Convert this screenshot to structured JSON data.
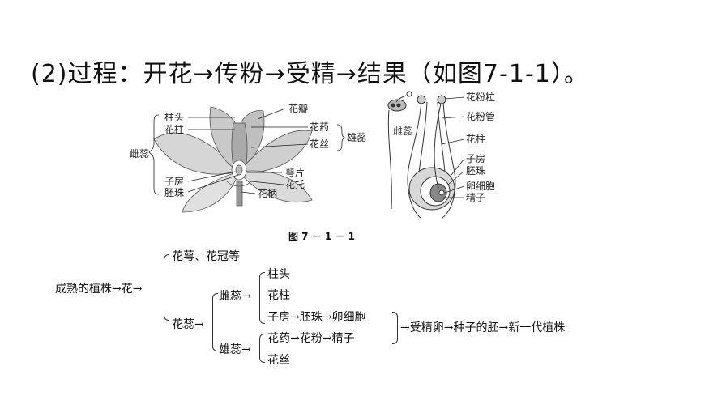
{
  "heading": "(2)过程：开花→传粉→受精→结果（如图7-1-1）。",
  "figure": {
    "caption": "图 7 － 1 － 1",
    "flower_labels": {
      "stigma": "柱头",
      "style": "花柱",
      "pistil": "雌蕊",
      "ovary": "子房",
      "ovule": "胚珠",
      "petal": "花瓣",
      "anther": "花药",
      "filament": "花丝",
      "stamen": "雄蕊",
      "sepal": "萼片",
      "receptacle": "花托",
      "pedicel": "花柄"
    },
    "pistil_labels": {
      "pollen_grain": "花粉粒",
      "pollen_tube": "花粉管",
      "style": "花柱",
      "ovary": "子房",
      "ovule": "胚珠",
      "egg": "卵细胞",
      "sperm": "精子",
      "pistil": "雌蕊"
    }
  },
  "flow": {
    "root": "成熟的植株→花→",
    "calyx_corolla": "花萼、花冠等",
    "core": "花蕊→",
    "pistil": "雌蕊→",
    "stigma": "柱头",
    "style": "花柱",
    "ovary_chain": "子房→胚珠→卵细胞",
    "stamen": "雄蕊→",
    "anther_chain": "花药→花粉→精子",
    "filament": "花丝",
    "result": "→受精卵→种子的胚→新一代植株"
  }
}
